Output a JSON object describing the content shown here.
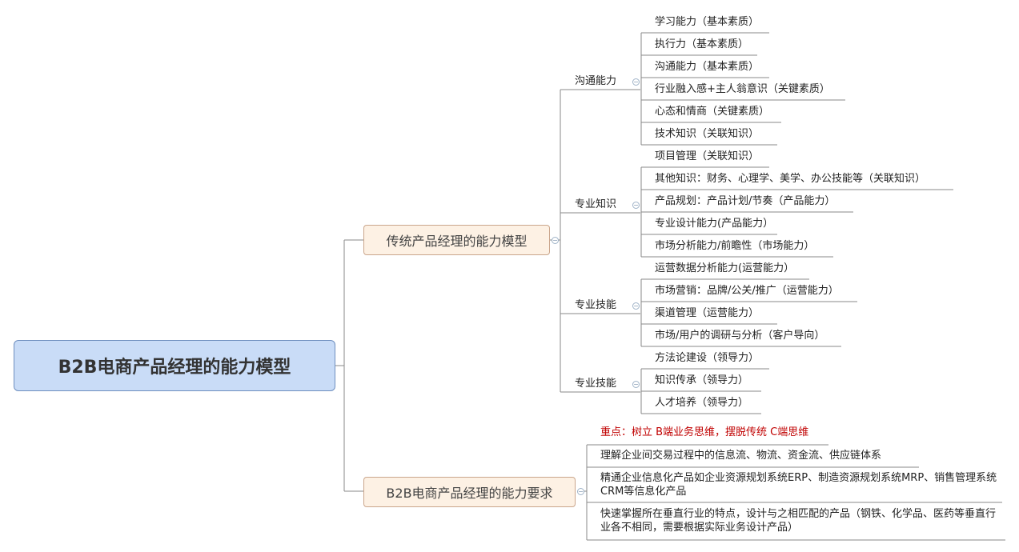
{
  "root": {
    "label": "B2B电商产品经理的能力模型"
  },
  "traditional": {
    "label": "传统产品经理的能力模型",
    "groups": [
      {
        "label": "沟通能力",
        "items": [
          "学习能力（基本素质）",
          "执行力（基本素质）",
          "沟通能力（基本素质）",
          "行业融入感+主人翁意识（关键素质）",
          "心态和情商（关键素质）",
          "技术知识（关联知识）"
        ]
      },
      {
        "label": "专业知识",
        "items": [
          "项目管理（关联知识）",
          "其他知识：财务、心理学、美学、办公技能等（关联知识）",
          "产品规划：产品计划/节奏（产品能力）",
          "专业设计能力(产品能力）",
          "市场分析能力/前瞻性（市场能力）"
        ]
      },
      {
        "label": "专业技能",
        "items": [
          "运营数据分析能力(运营能力）",
          "市场营销：品牌/公关/推广（运营能力）",
          "渠道管理（运营能力）",
          "市场/用户的调研与分析（客户导向）"
        ]
      },
      {
        "label": "专业技能",
        "items": [
          "方法论建设（领导力）",
          "知识传承（领导力）",
          "人才培养（领导力）"
        ]
      }
    ]
  },
  "b2b": {
    "label": "B2B电商产品经理的能力要求",
    "highlight": "重点：树立 B端业务思维，摆脱传统 C端思维",
    "items": [
      "理解企业间交易过程中的信息流、物流、资金流、供应链体系",
      "精通企业信息化产品如企业资源规划系统ERP、制造资源规划系统MRP、销售管理系统CRM等信息化产品",
      "快速掌握所在垂直行业的特点，设计与之相匹配的产品（钢铁、化学品、医药等垂直行业各不相同，需要根据实际业务设计产品）"
    ]
  },
  "colors": {
    "connector": "#8a8a8a",
    "highlight": "#c00000",
    "root_fill": "#c9dcf7",
    "main_fill": "#fdf1e4"
  },
  "icons": {
    "collapse": "collapse-minus-icon"
  }
}
